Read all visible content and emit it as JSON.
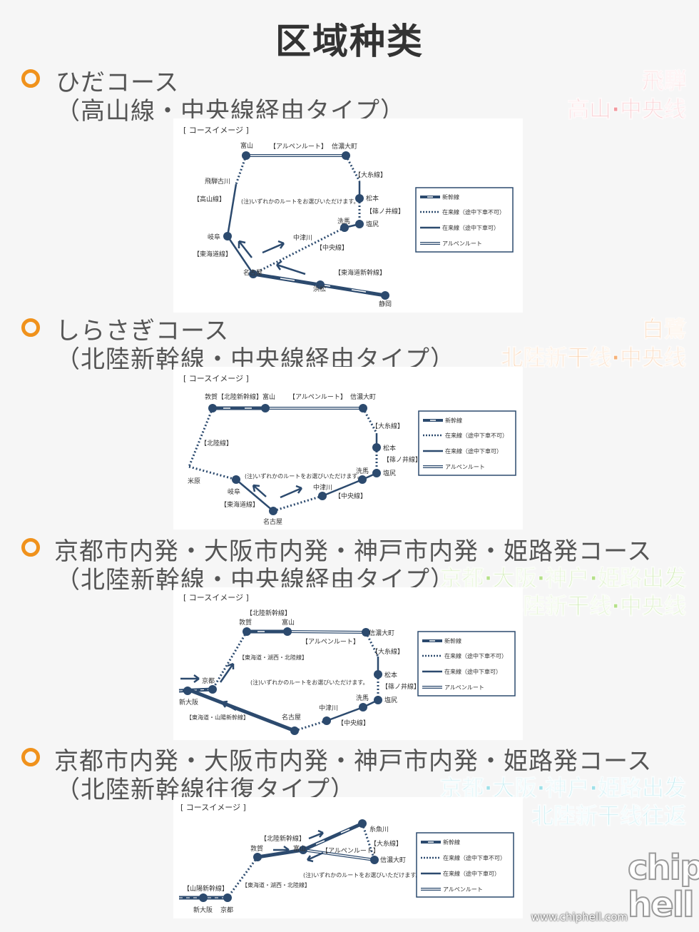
{
  "title": "区域种类",
  "sections": [
    {
      "heading1": "ひだコース",
      "heading2": "（高山線・中央線経由タイプ）",
      "cn1": "飛騨",
      "cn2": "高山·中央线",
      "cn_color": "#f29aa0",
      "image_title": "[ コースイメージ ]",
      "stations": {
        "toyama": "富山",
        "shinano_omachi": "信濃大町",
        "hida_furukawa": "飛騨古川",
        "matsumoto": "松本",
        "seba": "洗馬",
        "shiojiri": "塩尻",
        "gifu": "岐阜",
        "nakatsugawa": "中津川",
        "nagoya": "名古屋",
        "hamamatsu": "浜松",
        "shizuoka": "静岡"
      },
      "lines": {
        "alpine": "【アルペンルート】",
        "oito": "【大糸線】",
        "takayama": "【高山線】",
        "shinonoi": "【篠ノ井線】",
        "chuo": "【中央線】",
        "tokaido": "【東海道線】",
        "tokaido_shinkansen": "【東海道新幹線】"
      },
      "note": "(注)いずれかのルートをお選びいただけます。"
    },
    {
      "heading1": "しらさぎコース",
      "heading2": "（北陸新幹線・中央線経由タイプ）",
      "cn1": "白鷺",
      "cn2": "北陸新干线·中央线",
      "cn_color": "#f5b27a",
      "image_title": "[ コースイメージ ]",
      "stations": {
        "tsuruga_line": "敦賀【北陸新幹線】富山",
        "shinano_omachi": "信濃大町",
        "matsumoto": "松本",
        "seba": "洗馬",
        "shiojiri": "塩尻",
        "maibara": "米原",
        "gifu": "岐阜",
        "nakatsugawa": "中津川",
        "nagoya": "名古屋"
      },
      "lines": {
        "alpine": "【アルペンルート】",
        "oito": "【大糸線】",
        "hokuriku": "【北陸線】",
        "shinonoi": "【篠ノ井線】",
        "chuo": "【中央線】",
        "tokaido": "【東海道線】"
      },
      "note": "(注)いずれかのルートをお選びいただけます。"
    },
    {
      "heading1": "京都市内発・大阪市内発・神戸市内発・姫路発コース",
      "heading2": "（北陸新幹線・中央線経由タイプ）",
      "cn1": "京都·大阪·神户·姫路出发",
      "cn2": "北陸新干线·中央线",
      "cn_color": "#b5e08a",
      "image_title": "[ コースイメージ ]",
      "stations": {
        "tsuruga": "敦賀",
        "toyama": "富山",
        "shinano_omachi": "信濃大町",
        "kyoto": "京都",
        "shin_osaka": "新大阪",
        "matsumoto": "松本",
        "seba": "洗馬",
        "shiojiri": "塩尻",
        "nakatsugawa": "中津川",
        "nagoya": "名古屋"
      },
      "lines": {
        "hokuriku_shinkansen": "【北陸新幹線】",
        "alpine": "【アルペンルート】",
        "tokaido_kosei_hokuriku": "【東海道・湖西・北陸線】",
        "oito": "【大糸線】",
        "shinonoi": "【篠ノ井線】",
        "tokaido_sanyo": "【東海道・山陽新幹線】",
        "chuo": "【中央線】"
      },
      "note": "(注)いずれかのルートをお選びいただけます。"
    },
    {
      "heading1": "京都市内発・大阪市内発・神戸市内発・姫路発コース",
      "heading2": "（北陸新幹線往復タイプ）",
      "cn1": "京都·大阪·神户·姫路出发",
      "cn2": "北陸新干线往返",
      "cn_color": "#9fe0e8",
      "image_title": "[ コースイメージ ]",
      "stations": {
        "itoigawa": "糸魚川",
        "tsuruga": "敦賀",
        "toyama": "富山",
        "shinano_omachi": "信濃大町",
        "shin_osaka": "新大阪",
        "kyoto": "京都"
      },
      "lines": {
        "hokuriku_shinkansen": "【北陸新幹線】",
        "oito": "【大糸線】",
        "alpine": "【アルペンルート】",
        "sanyo_shinkansen": "【山陽新幹線】",
        "tokaido_kosei_hokuriku": "【東海道・湖西・北陸線】"
      },
      "note": "(注)いずれかのルートをお選びいただけます。"
    }
  ],
  "legend": {
    "shinkansen": "新幹線",
    "local_no_stop": "在来線（途中下車不可）",
    "local_stop": "在来線（途中下車可）",
    "alpine": "アルペンルート"
  },
  "watermark": {
    "logo": "chip hell",
    "url": "www.chiphell.com"
  },
  "colors": {
    "line": "#2c4a6e",
    "accent": "#f0921c"
  }
}
